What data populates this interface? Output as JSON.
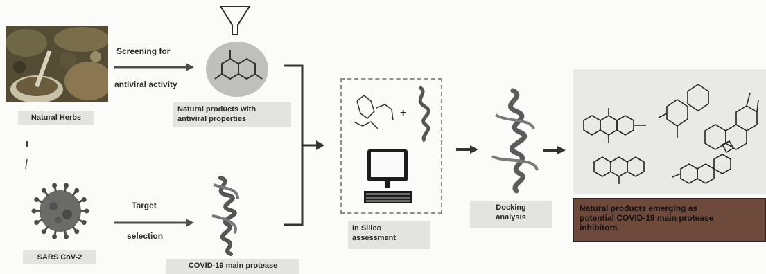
{
  "nodes": {
    "natural_herbs": "Natural Herbs",
    "natural_products_line1": "Natural products with",
    "natural_products_line2": "antiviral properties",
    "sars": "SARS CoV-2",
    "protease": "COVID-19 main protease",
    "in_silico_line1": "In Silico",
    "in_silico_line2": "assessment",
    "docking_line1": "Docking",
    "docking_line2": "analysis",
    "result_line1": "Natural products emerging as",
    "result_line2": "potential COVID-19 main protease",
    "result_line3": "inhibitors"
  },
  "edges": {
    "screening_line1": "Screening for",
    "screening_line2": "antiviral activity",
    "target_line1": "Target",
    "target_line2": "selection"
  },
  "colors": {
    "arrow": "#4d4d4d",
    "result_panel": "#6e4a3c",
    "molecule_panel": "#e9e9e6"
  }
}
